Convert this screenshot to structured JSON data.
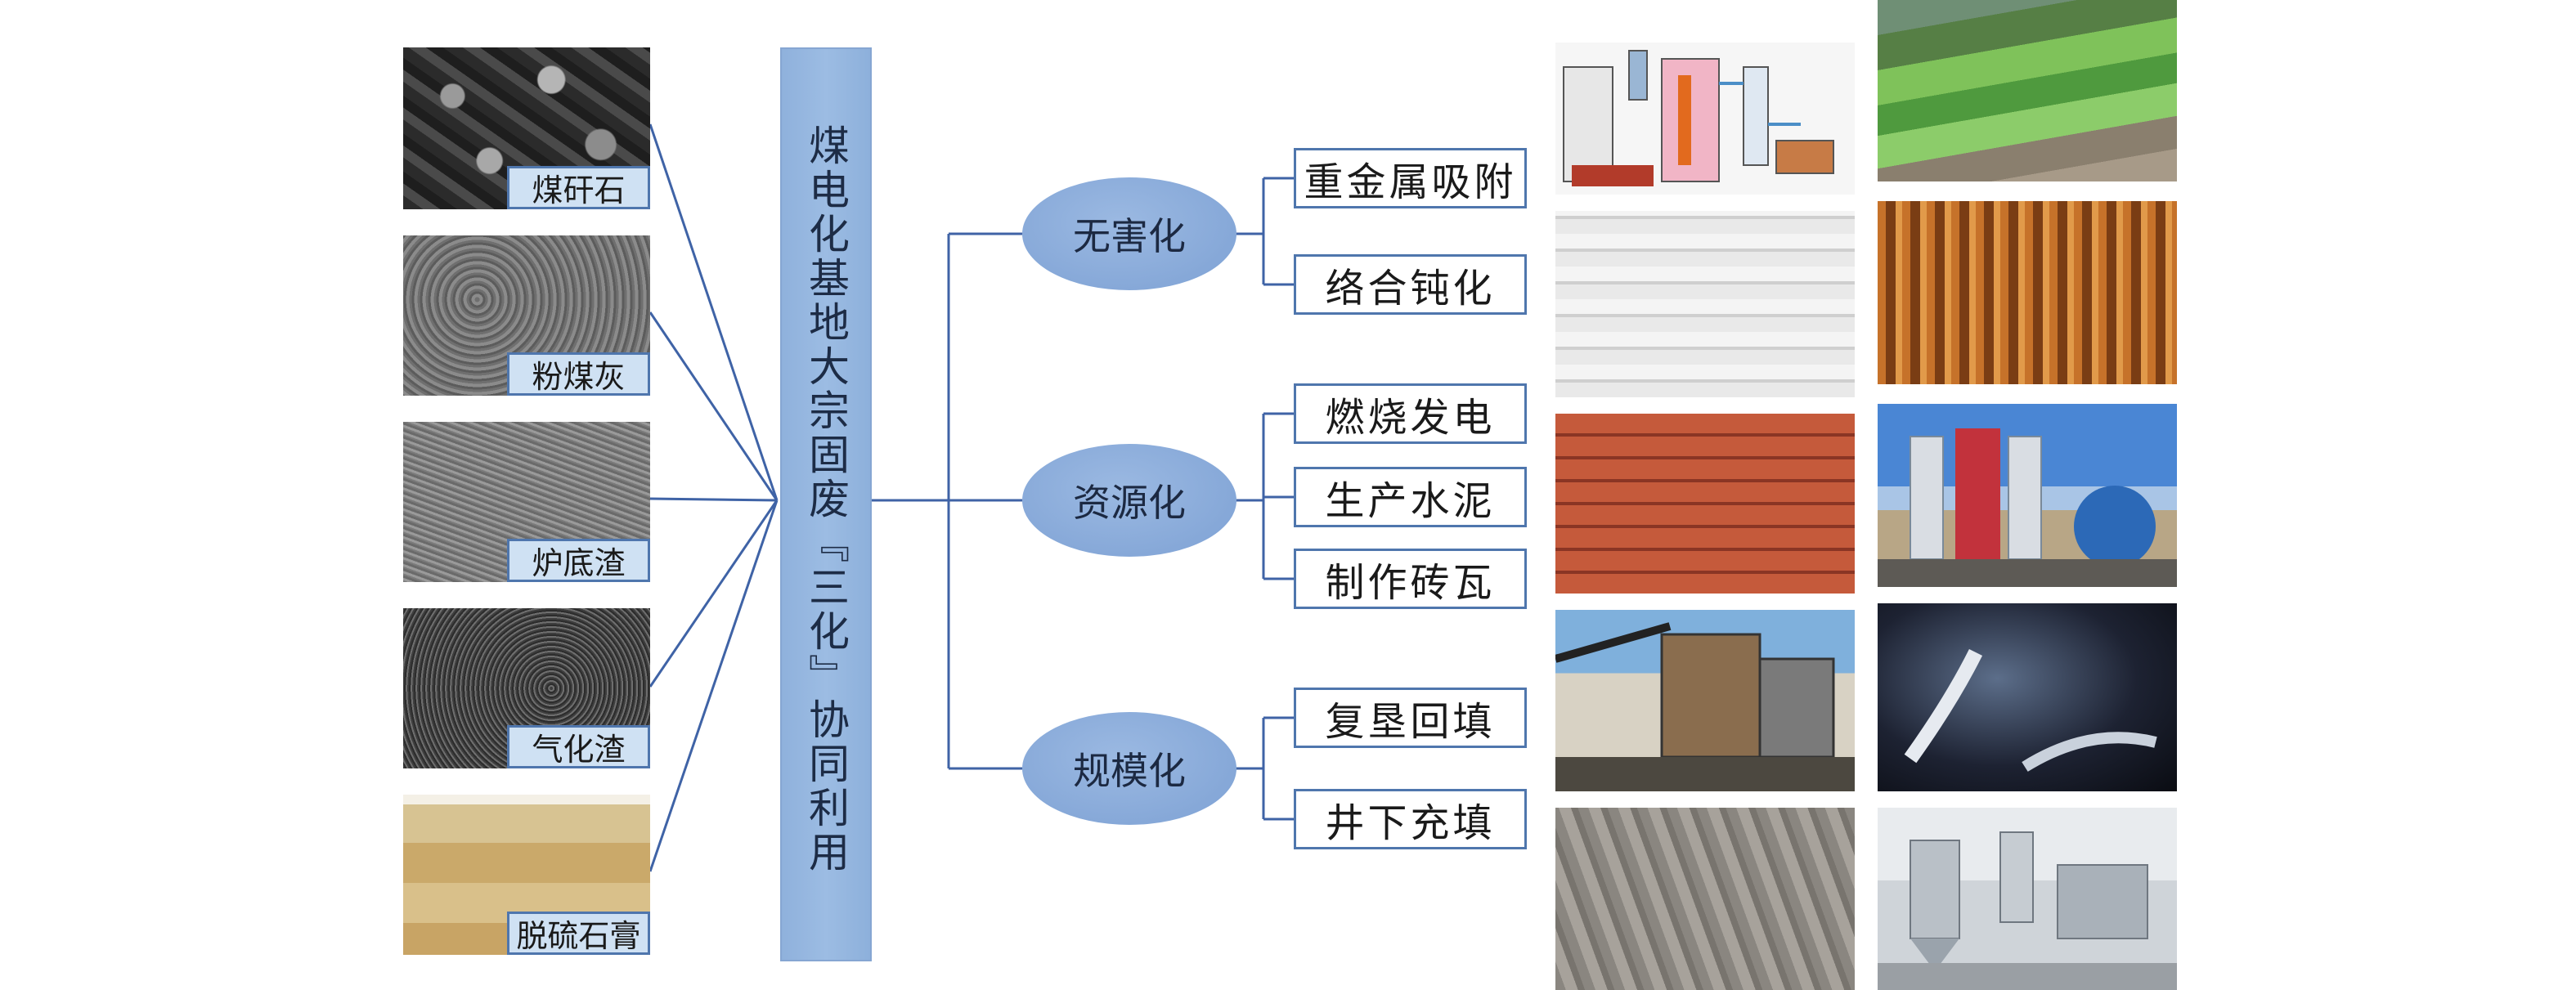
{
  "materials": [
    {
      "label": "煤矸石",
      "texture": "coal-gangue-photo"
    },
    {
      "label": "粉煤灰",
      "texture": "fly-ash-photo"
    },
    {
      "label": "炉底渣",
      "texture": "bottom-slag-photo"
    },
    {
      "label": "气化渣",
      "texture": "gasification-slag-photo"
    },
    {
      "label": "脱硫石膏",
      "texture": "desulfurization-gypsum-photo"
    }
  ],
  "center": {
    "title": "煤电化基地大宗固废『三化』协同利用"
  },
  "categories": [
    {
      "label": "无害化",
      "items": [
        "重金属吸附",
        "络合钝化"
      ]
    },
    {
      "label": "资源化",
      "items": [
        "燃烧发电",
        "生产水泥",
        "制作砖瓦"
      ]
    },
    {
      "label": "规模化",
      "items": [
        "复垦回填",
        "井下充填"
      ]
    }
  ],
  "colors": {
    "line": "#3f63a6",
    "box_border": "#4f76ad",
    "label_fill": "#cfe1f3",
    "ellipse": "#8bacda",
    "bar": "#9cbce3"
  },
  "gallery": [
    "power-plant-schematic-photo",
    "reclaimed-terraces-photo",
    "cement-bags-photo",
    "mine-tunnel-photo",
    "bricks-photo",
    "cement-plant-photo",
    "crushing-plant-photo",
    "underground-filling-photo",
    "tilled-land-photo",
    "industrial-equipment-photo"
  ]
}
